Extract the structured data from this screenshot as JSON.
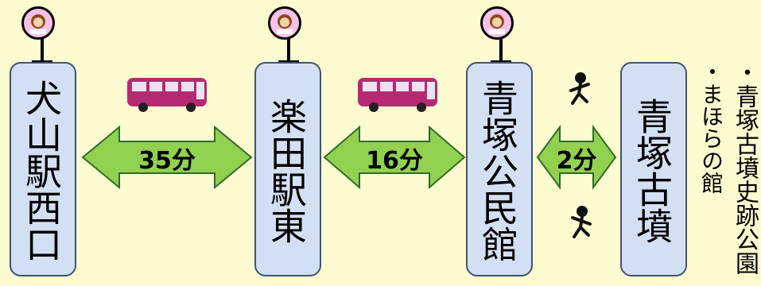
{
  "stations": [
    {
      "name": "犬山駅西口"
    },
    {
      "name": "楽田駅東"
    },
    {
      "name": "青塚公民館"
    },
    {
      "name": "青塚古墳"
    }
  ],
  "segments": [
    {
      "duration": "35分",
      "mode": "bus"
    },
    {
      "duration": "16分",
      "mode": "bus"
    },
    {
      "duration": "2分",
      "mode": "walk"
    }
  ],
  "side_notes": [
    "・青塚古墳史跡公園",
    "・まほらの館"
  ],
  "colors": {
    "background": "#fdfbd0",
    "station_fill": "#d3e0f3",
    "station_border": "#3e5478",
    "arrow_fill": "#92d050",
    "arrow_border": "#2f6b2a",
    "bus": "#b62a74",
    "sign": "#f7c2e8"
  },
  "icons": [
    "bus-stop-sign-icon",
    "bus-icon",
    "walking-person-icon"
  ]
}
